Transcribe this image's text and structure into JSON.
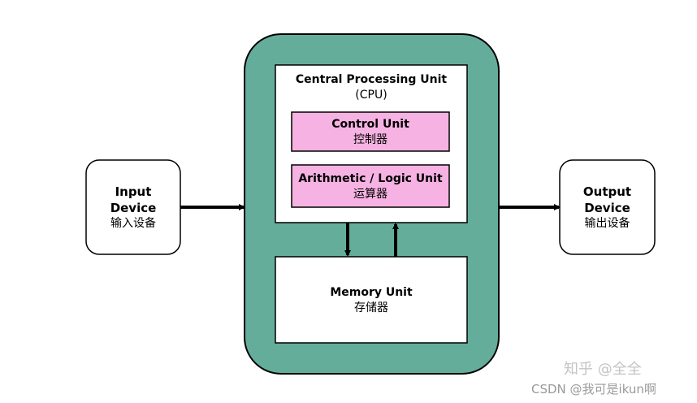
{
  "diagram": {
    "colors": {
      "cpu_container": "#65ad9b",
      "unit_pink": "#f6b2e2",
      "box_border": "#000000",
      "box_fill": "#ffffff"
    },
    "input_device": {
      "title_line1": "Input",
      "title_line2": "Device",
      "subtitle": "输入设备"
    },
    "output_device": {
      "title_line1": "Output",
      "title_line2": "Device",
      "subtitle": "输出设备"
    },
    "cpu": {
      "title": "Central Processing Unit",
      "abbr": "(CPU)"
    },
    "control_unit": {
      "title": "Control Unit",
      "subtitle": "控制器"
    },
    "alu": {
      "title": "Arithmetic / Logic Unit",
      "subtitle": "运算器"
    },
    "memory_unit": {
      "title": "Memory Unit",
      "subtitle": "存储器"
    }
  },
  "watermarks": {
    "zhihu": "知乎 @全全",
    "csdn": "CSDN @我可是ikun啊"
  }
}
